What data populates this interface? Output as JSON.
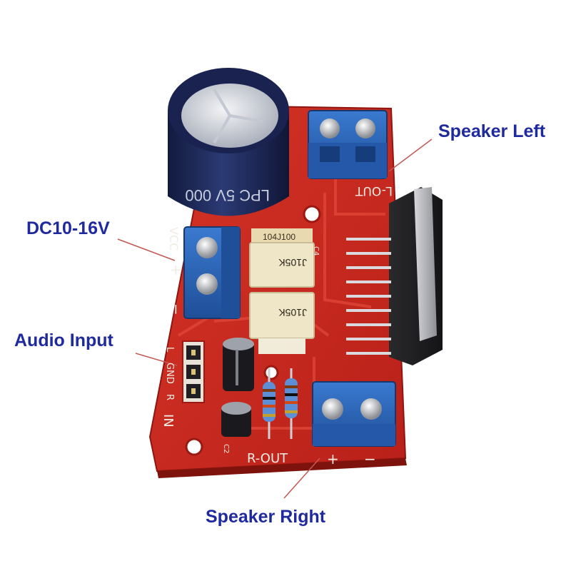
{
  "callouts": {
    "speaker_left": "Speaker Left",
    "dc_power": "DC10-16V",
    "audio_input": "Audio Input",
    "speaker_right": "Speaker Right"
  },
  "silkscreen": {
    "l_out": "L-OUT",
    "r_out": "R-OUT",
    "vcc": "VCC",
    "plus": "+",
    "minus": "−",
    "in_l": "L",
    "in_gnd": "GND",
    "in_r": "R",
    "in": "IN",
    "c4": "C4",
    "c2": "C2",
    "r_out_plus": "+",
    "r_out_minus": "−"
  },
  "components": {
    "cap_top_label": "104J100",
    "film_cap_1": "J105K",
    "film_cap_2": "J105K"
  },
  "colors": {
    "callout_text": "#1f2a9e",
    "pcb_red": "#c8281f",
    "terminal_blue": "#2a64b8",
    "capacitor_navy": "#1e2a5a",
    "film_cap_cream": "#efe6c8"
  }
}
